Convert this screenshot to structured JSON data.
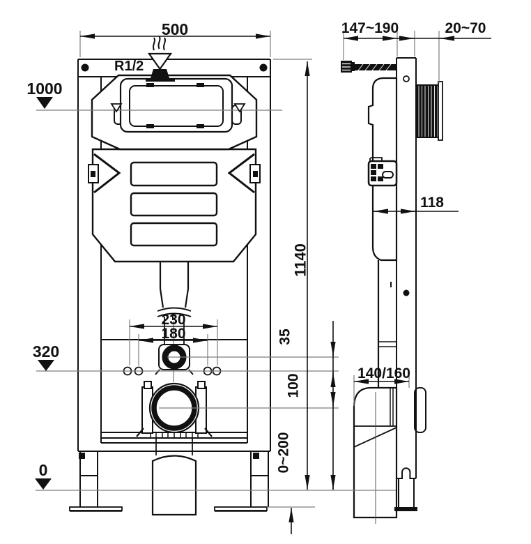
{
  "drawing": {
    "kind": "concealed-cistern-wc-frame-installation-diagram",
    "colors": {
      "ink": "#111111",
      "reference_line": "#7d7d7d",
      "fill": "#ffffff"
    },
    "front": {
      "width": "500",
      "thread": "R1/2",
      "level_top": "1000",
      "level_mid": "320",
      "level_floor": "0",
      "height": "1140",
      "holes_outer": "230",
      "holes_inner": "180",
      "inlet_offset": "35",
      "drain_offset": "100",
      "foot_range": "0~200"
    },
    "side": {
      "anchor_depth": "147~190",
      "finish_depth": "20~70",
      "frame_depth": "118",
      "outlet": "140/160"
    },
    "icons": {
      "datum_marker": "filled-down-triangle",
      "water_level_marker": "open-down-triangle",
      "supply_funnel": "funnel-with-steam"
    }
  }
}
